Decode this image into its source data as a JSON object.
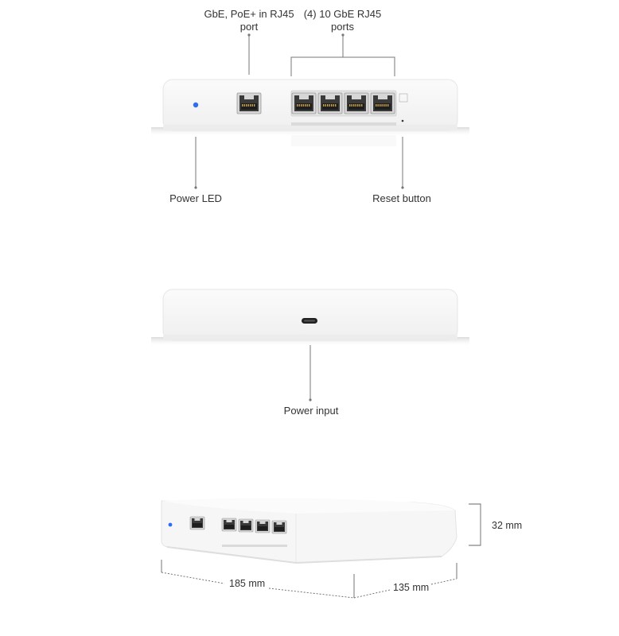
{
  "callouts": {
    "poe_port_line1": "GbE, PoE+ in RJ45",
    "poe_port_line2": "port",
    "ten_gbe_line1": "(4) 10 GbE RJ45",
    "ten_gbe_line2": "ports",
    "power_led": "Power LED",
    "reset_button": "Reset button",
    "power_input": "Power input"
  },
  "dimensions": {
    "height": "32 mm",
    "width": "185 mm",
    "depth": "135 mm"
  },
  "colors": {
    "led": "#2f6df2",
    "device": "#f7f7f7",
    "leader": "#777777"
  }
}
